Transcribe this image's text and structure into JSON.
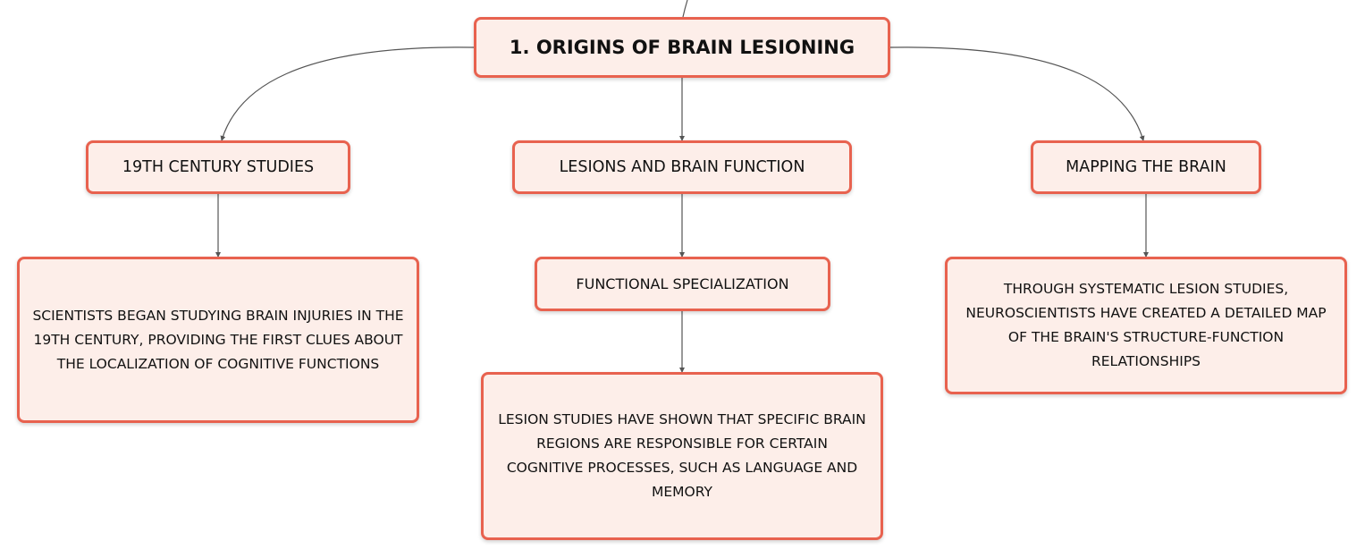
{
  "root": {
    "label": "1. ORIGINS OF BRAIN LESIONING"
  },
  "branches": [
    {
      "title": "19TH CENTURY STUDIES",
      "description": "SCIENTISTS BEGAN STUDYING BRAIN INJURIES IN THE 19TH CENTURY, PROVIDING THE FIRST CLUES ABOUT THE LOCALIZATION OF COGNITIVE FUNCTIONS"
    },
    {
      "title": "LESIONS AND BRAIN FUNCTION",
      "subtopic": "FUNCTIONAL SPECIALIZATION",
      "description": "LESION STUDIES HAVE SHOWN THAT SPECIFIC BRAIN REGIONS ARE RESPONSIBLE FOR CERTAIN COGNITIVE PROCESSES, SUCH AS LANGUAGE AND MEMORY"
    },
    {
      "title": "MAPPING THE BRAIN",
      "description": "THROUGH SYSTEMATIC LESION STUDIES, NEUROSCIENTISTS HAVE CREATED A DETAILED MAP OF THE BRAIN'S STRUCTURE-FUNCTION RELATIONSHIPS"
    }
  ],
  "colors": {
    "node_fill": "#fdeee9",
    "node_border": "#e8624f",
    "connector": "#555555",
    "text": "#111111"
  }
}
